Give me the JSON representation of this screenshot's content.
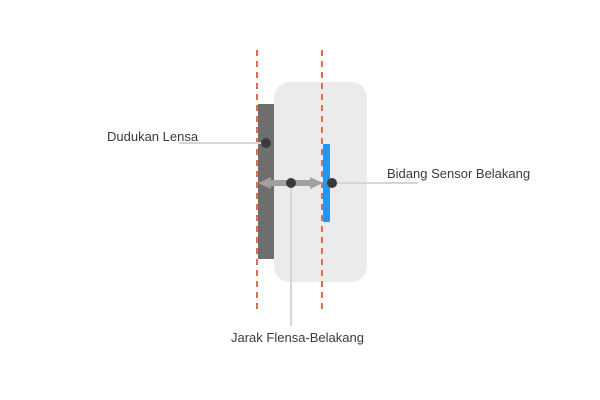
{
  "diagram": {
    "labels": {
      "lens_mount": "Dudukan Lensa",
      "sensor_plane": "Bidang Sensor Belakang",
      "flange_back_distance": "Jarak Flensa-Belakang"
    }
  },
  "colors": {
    "background": "#FFFFFF",
    "plane_line": "#E96B43",
    "camera_body": "#EBEBEB",
    "lens_mount": "#6E6E6E",
    "sensor": "#2196F3",
    "arrow": "#A0A0A0",
    "marker_dot": "#3B3B3B",
    "leader_line": "#D6D6D6",
    "label_text": "#3A3A3A"
  }
}
